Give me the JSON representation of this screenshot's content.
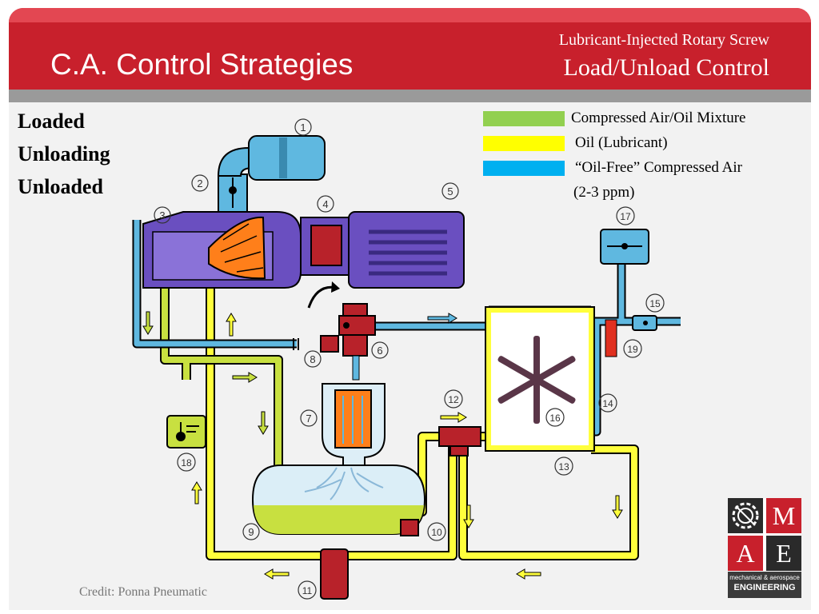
{
  "header": {
    "title": "C.A. Control Strategies",
    "subtitle_top": "Lubricant-Injected Rotary Screw",
    "subtitle_bottom": "Load/Unload Control"
  },
  "states": [
    "Loaded",
    "Unloading",
    "Unloaded"
  ],
  "legend": [
    {
      "label": "Compressed Air/Oil Mixture",
      "color": "#92d050"
    },
    {
      "label": "Oil (Lubricant)",
      "color": "#ffff00"
    },
    {
      "label": "“Oil-Free” Compressed Air",
      "color": "#00b0f0"
    }
  ],
  "legend_note": "(2-3 ppm)",
  "component_numbers": [
    "1",
    "2",
    "3",
    "4",
    "5",
    "6",
    "7",
    "8",
    "9",
    "10",
    "11",
    "12",
    "13",
    "14",
    "15",
    "16",
    "17",
    "18",
    "19"
  ],
  "credit": "Credit: Ponna Pneumatic",
  "logo": {
    "letters": [
      "M",
      "A",
      "E"
    ],
    "caption_line1": "mechanical & aerospace",
    "caption_line2": "ENGINEERING"
  },
  "colors": {
    "header_red": "#c8202c",
    "air_oil": "#c8e040",
    "oil": "#ffff3c",
    "clean_air": "#5fb8e0",
    "machine": "#6a4fc0",
    "valve": "#b8222a"
  }
}
